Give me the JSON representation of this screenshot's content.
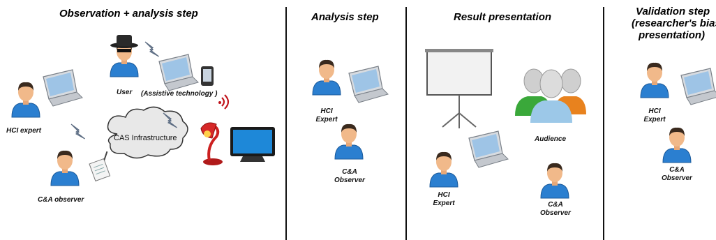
{
  "sections": {
    "observation": {
      "title": "Observation + analysis step"
    },
    "analysis": {
      "title": "Analysis step"
    },
    "result": {
      "title": "Result presentation"
    },
    "validation": {
      "title_lines": [
        "Validation step",
        "(researcher's bias",
        "presentation)"
      ]
    }
  },
  "labels": {
    "user": "User",
    "assistive": "(Assistive technology )",
    "hci_expert": "HCI expert",
    "cas_infrastructure": "CAS Infrastructure",
    "ca_observer": "C&A observer",
    "hci_expert_1": "HCI",
    "hci_expert_2": "Expert",
    "ca_observer_1": "C&A",
    "ca_observer_2": "Observer",
    "audience": "Audience"
  },
  "colors": {
    "person_shirt": "#2b7fd0",
    "person_skin": "#f1b98a",
    "person_hair": "#3a2a1e",
    "audience_green": "#3aa83a",
    "audience_orange": "#e8821e",
    "audience_blue": "#9cc8e8",
    "cloud_fill": "#e8e8e8",
    "laptop_screen": "#9ec4e6"
  }
}
